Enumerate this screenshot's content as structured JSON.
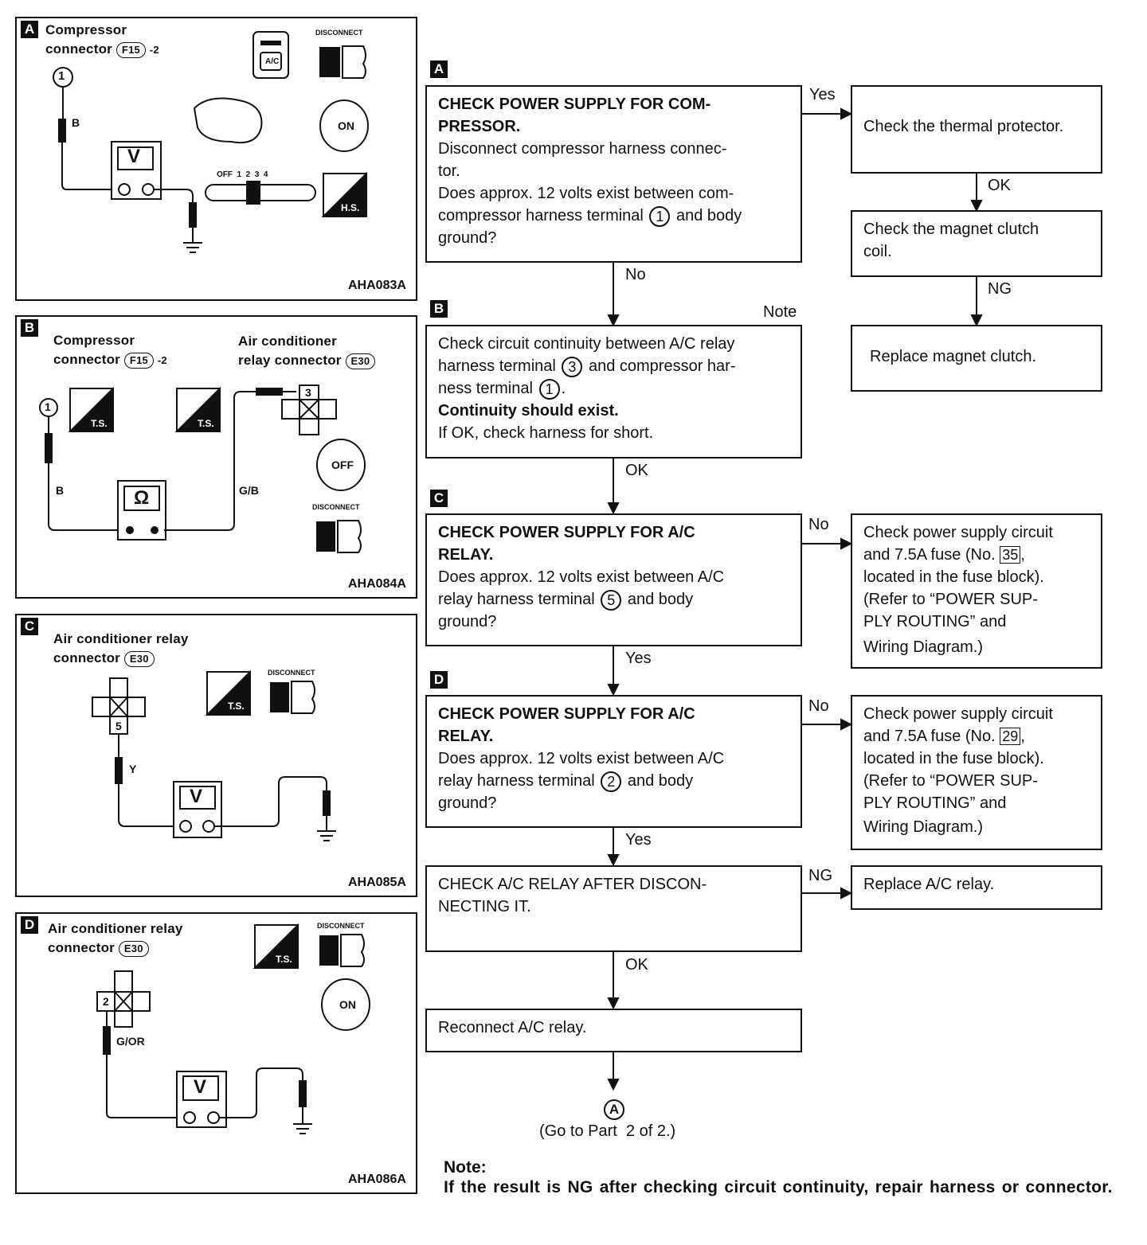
{
  "panels": [
    {
      "letter": "A",
      "title": "Compressor",
      "sub": "connector",
      "conn": "F15",
      "suffix": "-2",
      "code": "AHA083A",
      "wire": "B",
      "terminal": "1",
      "meter": "V",
      "switch_labels": "OFF  1  2  3  4",
      "tag_disconnect": "DISCONNECT",
      "tag_ac": "A/C",
      "tag_on": "ON",
      "tag_hs": "H.S."
    },
    {
      "letter": "B",
      "title": "Compressor",
      "sub": "connector",
      "conn": "F15",
      "suffix": "-2",
      "title2": "Air conditioner",
      "sub2": "relay connector",
      "conn2": "E30",
      "code": "AHA084A",
      "wire1": "B",
      "wire2": "G/B",
      "terminal1": "1",
      "terminal2": "3",
      "meter": "Ω",
      "tag_ts": "T.S.",
      "tag_off": "OFF",
      "tag_disconnect": "DISCONNECT"
    },
    {
      "letter": "C",
      "title": "Air conditioner relay",
      "sub": "connector",
      "conn": "E30",
      "code": "AHA085A",
      "wire": "Y",
      "terminal": "5",
      "meter": "V",
      "tag_ts": "T.S.",
      "tag_disconnect": "DISCONNECT"
    },
    {
      "letter": "D",
      "title": "Air conditioner relay",
      "sub": "connector",
      "conn": "E30",
      "code": "AHA086A",
      "wire": "G/OR",
      "terminal": "2",
      "meter": "V",
      "tag_ts": "T.S.",
      "tag_disconnect": "DISCONNECT",
      "tag_on": "ON"
    }
  ],
  "flow": {
    "stepA": {
      "letter": "A",
      "title1": "CHECK POWER SUPPLY FOR COM-",
      "title2": "PRESSOR.",
      "l1": "Disconnect compressor harness connec-",
      "l2": "tor.",
      "l3": "Does approx. 12 volts exist between com-",
      "l4a": "compressor harness terminal",
      "l4n": "1",
      "l4b": "and body",
      "l5": "ground?"
    },
    "yes1": "Yes",
    "thermal": "Check the thermal protector.",
    "ok1": "OK",
    "clutch1": "Check the magnet clutch",
    "clutch2": "coil.",
    "ng1": "NG",
    "replace_clutch": "Replace magnet clutch.",
    "no1": "No",
    "note_tag": "Note",
    "stepB": {
      "letter": "B",
      "l1": "Check circuit continuity between A/C relay",
      "l2a": "harness terminal",
      "l2n": "3",
      "l2b": "and compressor har-",
      "l3a": "ness terminal",
      "l3n": "1",
      "l3b": ".",
      "l4": "Continuity should exist.",
      "l5": "If OK, check harness for short."
    },
    "ok2": "OK",
    "stepC": {
      "letter": "C",
      "title1": "CHECK POWER SUPPLY FOR A/C",
      "title2": "RELAY.",
      "l1": "Does approx. 12 volts exist between A/C",
      "l2a": "relay harness terminal",
      "l2n": "5",
      "l2b": "and body",
      "l3": "ground?"
    },
    "no2": "No",
    "fuse35": {
      "l1": "Check power supply circuit",
      "l2a": "and 7.5A fuse (No.",
      "l2n": "35",
      "l2b": ",",
      "l3": "located in the fuse block).",
      "l4": "(Refer to “POWER SUP-",
      "l5": "PLY ROUTING” and",
      "l6": "Wiring Diagram.)"
    },
    "yes2": "Yes",
    "stepD": {
      "letter": "D",
      "title1": "CHECK POWER SUPPLY FOR A/C",
      "title2": "RELAY.",
      "l1": "Does approx. 12 volts exist between A/C",
      "l2a": "relay harness terminal",
      "l2n": "2",
      "l2b": "and body",
      "l3": "ground?"
    },
    "no3": "No",
    "fuse29": {
      "l1": "Check power supply circuit",
      "l2a": "and 7.5A fuse (No.",
      "l2n": "29",
      "l2b": ",",
      "l3": "located in the fuse block).",
      "l4": "(Refer to “POWER SUP-",
      "l5": "PLY ROUTING” and",
      "l6": "Wiring Diagram.)"
    },
    "yes3": "Yes",
    "relay1": "CHECK A/C RELAY AFTER DISCON-",
    "relay2": "NECTING IT.",
    "ng2": "NG",
    "replace_relay": "Replace A/C relay.",
    "ok3": "OK",
    "reconnect": "Reconnect A/C relay.",
    "end_mark": "A",
    "goto": "(Go to Part  2 of 2.)"
  },
  "note": {
    "title": "Note:",
    "text": "If the result is NG after checking circuit continuity, repair harness or connector."
  }
}
